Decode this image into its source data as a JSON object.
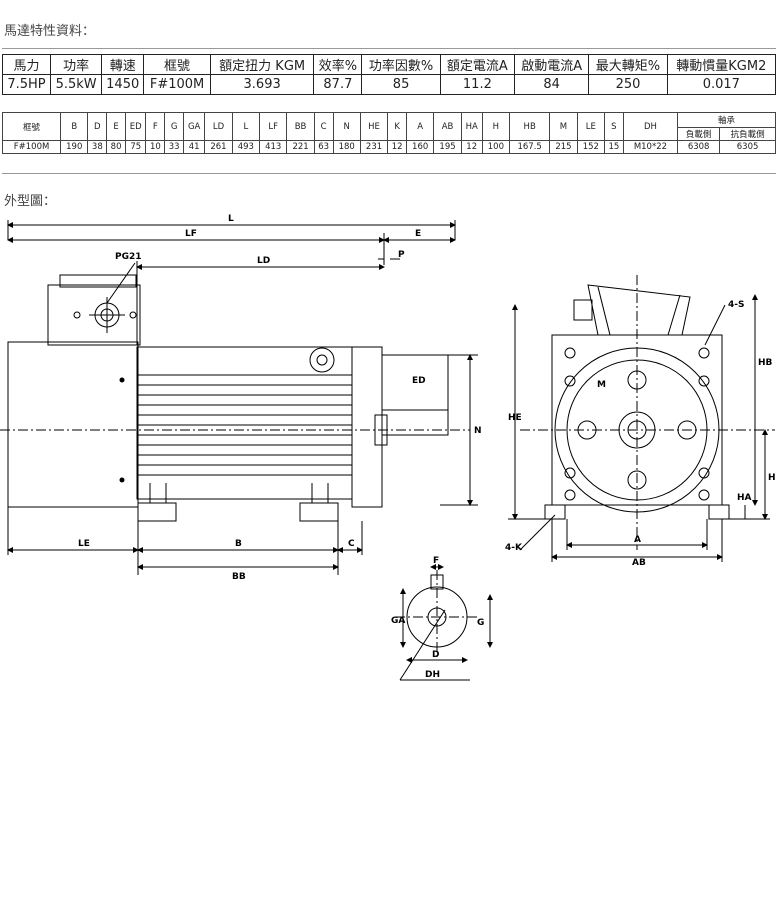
{
  "headings": {
    "characteristics": "馬達特性資料：",
    "outline": "外型圖："
  },
  "spec_table": {
    "headers": [
      "馬力",
      "功率",
      "轉速",
      "框號",
      "額定扭力 KGM",
      "效率%",
      "功率因數%",
      "額定電流A",
      "啟動電流A",
      "最大轉矩%",
      "轉動慣量KGM2"
    ],
    "values": [
      "7.5HP",
      "5.5kW",
      "1450",
      "F#100M",
      "3.693",
      "87.7",
      "85",
      "11.2",
      "84",
      "250",
      "0.017"
    ]
  },
  "dim_table": {
    "headers": [
      "框號",
      "B",
      "D",
      "E",
      "ED",
      "F",
      "G",
      "GA",
      "LD",
      "L",
      "LF",
      "BB",
      "C",
      "N",
      "HE",
      "K",
      "A",
      "AB",
      "HA",
      "H",
      "HB",
      "M",
      "LE",
      "S",
      "DH"
    ],
    "bearing_header": "軸承",
    "bearing_sub": [
      "負載側",
      "抗負載側"
    ],
    "values": [
      "F#100M",
      "190",
      "38",
      "80",
      "75",
      "10",
      "33",
      "41",
      "261",
      "493",
      "413",
      "221",
      "63",
      "180",
      "231",
      "12",
      "160",
      "195",
      "12",
      "100",
      "167.5",
      "215",
      "152",
      "15",
      "M10*22"
    ],
    "bearing_values": [
      "6308",
      "6305"
    ]
  },
  "drawing_labels": {
    "L": "L",
    "LF": "LF",
    "E": "E",
    "PG": "PG21",
    "LD": "LD",
    "P": "P",
    "ED": "ED",
    "N": "N",
    "HE": "HE",
    "LE": "LE",
    "B": "B",
    "C": "C",
    "BB": "BB",
    "S4": "4-S",
    "M": "M",
    "HB": "HB",
    "H": "H",
    "HA": "HA",
    "K4": "4-K",
    "A": "A",
    "AB": "AB",
    "F": "F",
    "GA": "GA",
    "D": "D",
    "G": "G",
    "DH": "DH"
  }
}
